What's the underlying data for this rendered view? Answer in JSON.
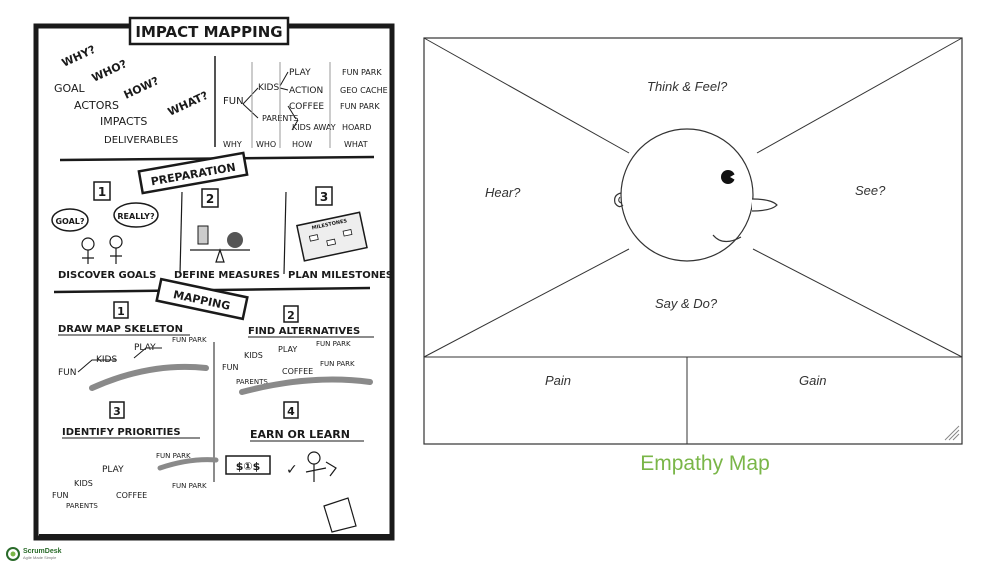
{
  "sketch": {
    "title": "IMPACT MAPPING",
    "questions": [
      "WHY?",
      "WHO?",
      "HOW?",
      "WHAT?"
    ],
    "terms": [
      "GOAL",
      "ACTORS",
      "IMPACTS",
      "DELIVERABLES"
    ],
    "tree": {
      "root": "FUN",
      "actors": [
        "KIDS",
        "PARENTS"
      ],
      "impacts": [
        "PLAY",
        "ACTION",
        "COFFEE",
        "KIDS AWAY"
      ],
      "deliverables": [
        "FUN PARK",
        "GEO CACHE",
        "FUN PARK",
        "HOARD"
      ]
    },
    "columns": [
      "WHY",
      "WHO",
      "HOW",
      "WHAT"
    ],
    "preparation": {
      "title": "PREPARATION",
      "steps": [
        {
          "num": "1",
          "label": "DISCOVER GOALS"
        },
        {
          "num": "2",
          "label": "DEFINE MEASURES"
        },
        {
          "num": "3",
          "label": "PLAN MILESTONES"
        }
      ],
      "bubbles": [
        "GOAL?",
        "REALLY?"
      ],
      "board_label": "MILESTONES"
    },
    "mapping": {
      "title": "MAPPING",
      "steps": [
        {
          "num": "1",
          "label": "DRAW MAP SKELETON"
        },
        {
          "num": "2",
          "label": "FIND ALTERNATIVES"
        },
        {
          "num": "3",
          "label": "IDENTIFY PRIORITIES"
        },
        {
          "num": "4",
          "label": "EARN OR LEARN"
        }
      ],
      "skeleton": {
        "root": "FUN",
        "actor": "KIDS",
        "impact": "PLAY",
        "deliverable": "FUN PARK"
      },
      "alternatives": {
        "root": "FUN",
        "actors": [
          "KIDS",
          "PARENTS"
        ],
        "impacts": [
          "PLAY",
          "COFFEE"
        ],
        "deliverables": [
          "FUN PARK",
          "FUN PARK"
        ]
      },
      "priorities": {
        "root": "FUN",
        "actors": [
          "KIDS",
          "PARENTS"
        ],
        "impacts": [
          "PLAY",
          "COFFEE"
        ],
        "deliverables": [
          "FUN PARK",
          "FUN PARK"
        ]
      },
      "money": "$①$",
      "check": "✓"
    }
  },
  "empathy_map": {
    "think_feel": "Think & Feel?",
    "hear": "Hear?",
    "see": "See?",
    "say_do": "Say & Do?",
    "pain": "Pain",
    "gain": "Gain",
    "caption": "Empathy Map"
  },
  "logo": {
    "name": "ScrumDesk",
    "tagline": "Agile Made Simple"
  },
  "colors": {
    "caption": "#7ab648",
    "logo": "#2a6b2a"
  }
}
